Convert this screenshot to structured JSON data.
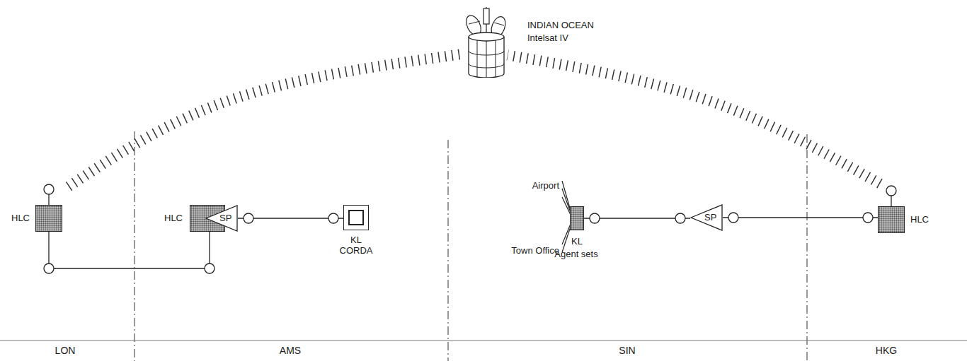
{
  "diagram": {
    "nodes": [
      {
        "text": [
          "INDIAN OCEAN",
          "Intelsat IV"
        ]
      },
      {
        "text": [
          "HLC"
        ]
      },
      {
        "text": [
          "HLC"
        ]
      },
      {
        "text": [
          "SP"
        ]
      },
      {
        "text": [
          "KL CORDA"
        ]
      },
      {
        "text": [
          "KL",
          "Agent sets"
        ]
      },
      {
        "text": [
          "SP"
        ]
      },
      {
        "text": [
          "HLC"
        ]
      }
    ],
    "edges": [
      {
        "from": 1,
        "to": 0,
        "arrow": "none"
      },
      {
        "from": 7,
        "to": 0,
        "arrow": "none"
      },
      {
        "from": 1,
        "to": 2,
        "arrow": "none"
      },
      {
        "from": 3,
        "to": 4,
        "arrow": "none"
      },
      {
        "from": 5,
        "to": 6,
        "arrow": "none"
      },
      {
        "from": 6,
        "to": 7,
        "arrow": "none"
      }
    ],
    "labels": [
      "Airport",
      "Town Office",
      "LON",
      "AMS",
      "SIN",
      "HKG"
    ]
  }
}
